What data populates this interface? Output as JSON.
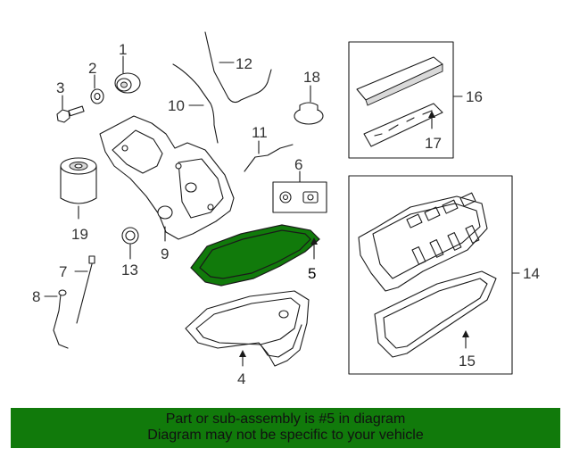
{
  "diagram": {
    "callouts": {
      "c1": "1",
      "c2": "2",
      "c3": "3",
      "c4": "4",
      "c5": "5",
      "c6": "6",
      "c7": "7",
      "c8": "8",
      "c9": "9",
      "c10": "10",
      "c11": "11",
      "c12": "12",
      "c13": "13",
      "c14": "14",
      "c15": "15",
      "c16": "16",
      "c17": "17",
      "c18": "18",
      "c19": "19"
    },
    "highlight_color": "#117a0b",
    "outline_color": "#1a1a1a"
  },
  "footer": {
    "line1": "Part or sub-assembly is #5 in diagram",
    "line2": "Diagram may not be specific to your vehicle",
    "background": "#117a0b"
  }
}
